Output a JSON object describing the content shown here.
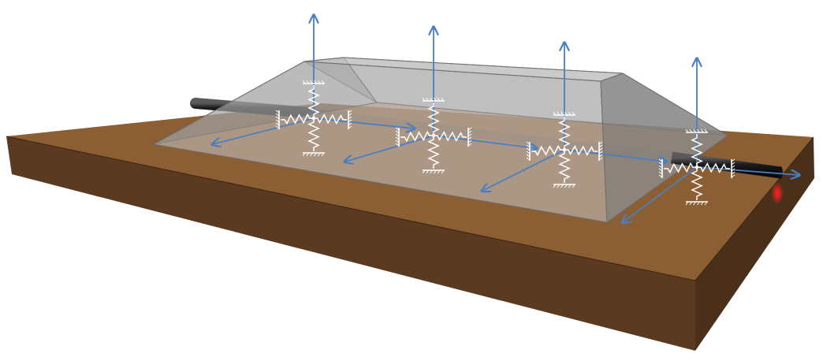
{
  "scene": {
    "colors": {
      "soil_top": "#8B5E34",
      "soil_front": "#5A3A20",
      "soil_right": "#4A2F19",
      "embankment_fill": "#9A9A9A",
      "embankment_light": "#B9B9B9",
      "embankment_dark": "#7E7E7E",
      "embankment_base": "#C8A88C",
      "pipe": "#2A2A2A",
      "spring": "#FFFFFF",
      "arrow": "#4A7FC1",
      "leak": "#FF1A1A"
    },
    "nodes": [
      {
        "id": "node-1",
        "count": 1
      },
      {
        "id": "node-2",
        "count": 2
      },
      {
        "id": "node-3",
        "count": 3
      },
      {
        "id": "node-4",
        "count": 4
      }
    ],
    "icons": {
      "spring": "spring-icon",
      "fixed_support": "ground-hatch-icon",
      "displacement": "arrow-icon",
      "leak": "leak-glow-icon"
    }
  }
}
